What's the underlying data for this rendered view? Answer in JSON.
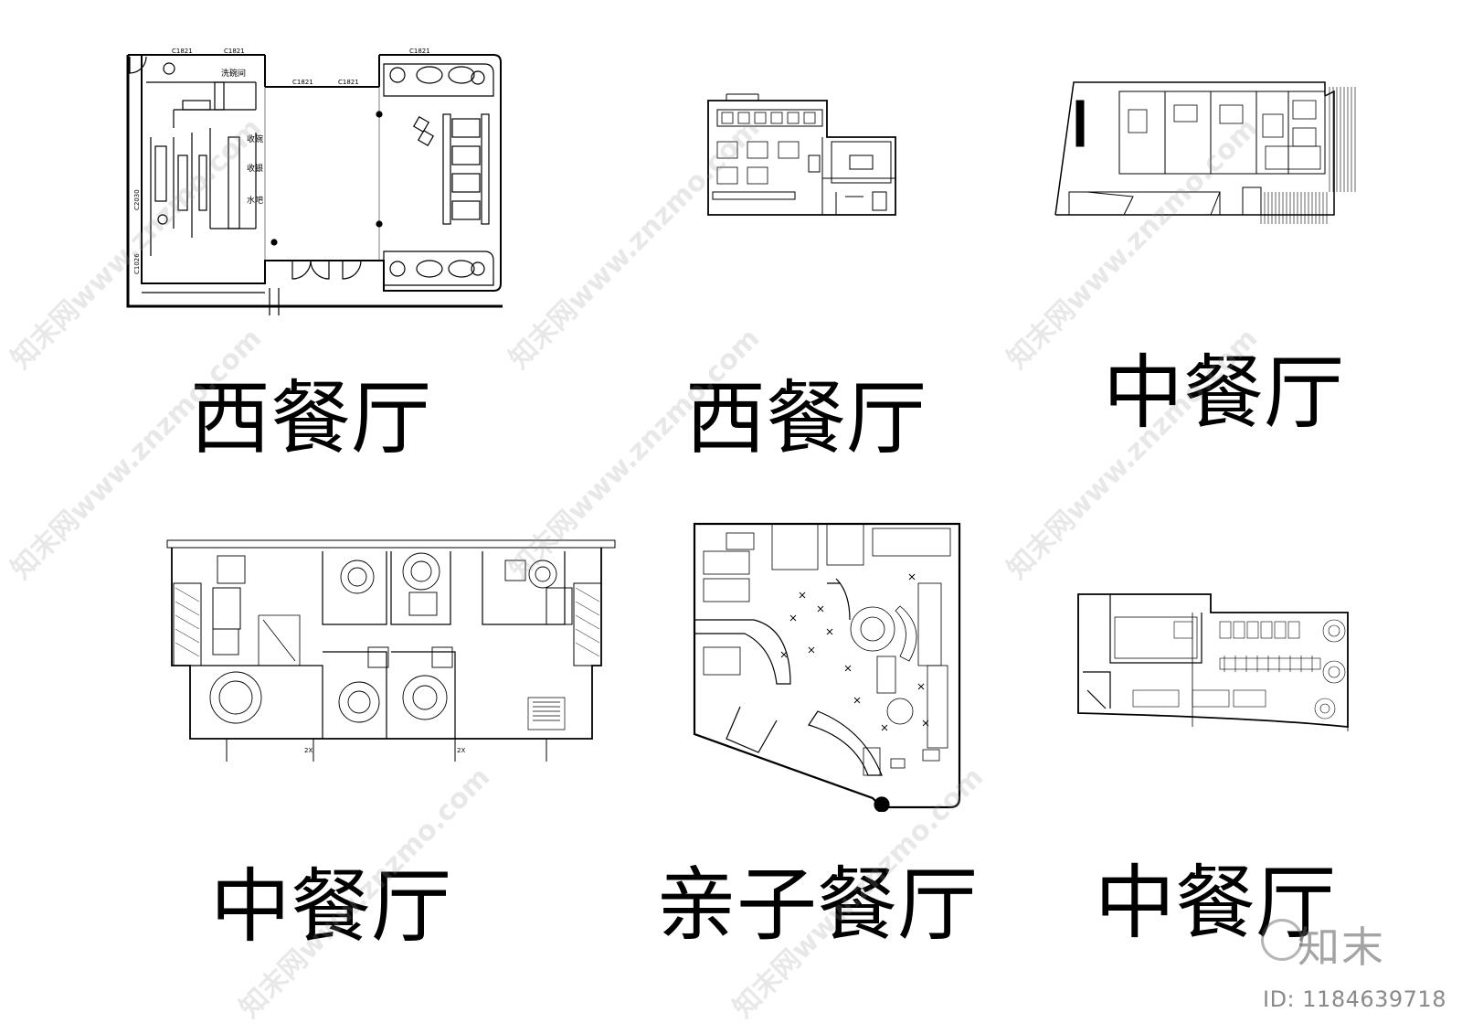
{
  "captions": {
    "plan1": "西餐厅",
    "plan2": "西餐厅",
    "plan3": "中餐厅",
    "plan4": "中餐厅",
    "plan5": "亲子餐厅",
    "plan6": "中餐厅"
  },
  "plan1_labels": {
    "room_a": "洗碗间",
    "room_b": "收碗",
    "room_c": "收银",
    "room_d": "水吧",
    "door_1": "C1821",
    "door_2": "C1821",
    "door_3": "C1821",
    "door_4": "C1821",
    "door_5": "C1821",
    "side_1": "C2030",
    "side_2": "C1026"
  },
  "plan4_labels": {
    "dim_1": "2X",
    "dim_2": "2X"
  },
  "watermark": {
    "text": "知末网www.znzmo.com",
    "logo": "知末",
    "id": "ID: 1184639718"
  },
  "colors": {
    "line": "#000000",
    "watermark": "#969696",
    "id_text": "#8a8a8a"
  }
}
